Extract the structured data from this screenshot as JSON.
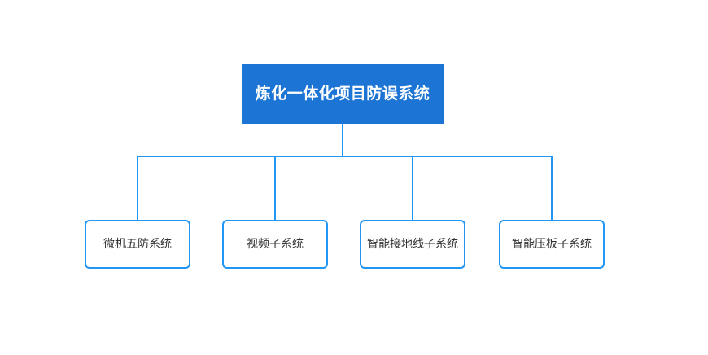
{
  "diagram": {
    "type": "org-chart",
    "orientation": "top-down",
    "background_color": "#ffffff",
    "root": {
      "label": "炼化一体化项目防误系统",
      "fill_color": "#1c74d4",
      "text_color": "#ffffff"
    },
    "connector": {
      "color": "#2196f3",
      "width": 2
    },
    "children": [
      {
        "label": "微机五防系统",
        "border_color": "#2196f3",
        "fill_color": "#ffffff",
        "text_color": "#333333"
      },
      {
        "label": "视频子系统",
        "border_color": "#2196f3",
        "fill_color": "#ffffff",
        "text_color": "#333333"
      },
      {
        "label": "智能接地线子系统",
        "border_color": "#2196f3",
        "fill_color": "#ffffff",
        "text_color": "#333333"
      },
      {
        "label": "智能压板子系统",
        "border_color": "#2196f3",
        "fill_color": "#ffffff",
        "text_color": "#333333"
      }
    ]
  }
}
